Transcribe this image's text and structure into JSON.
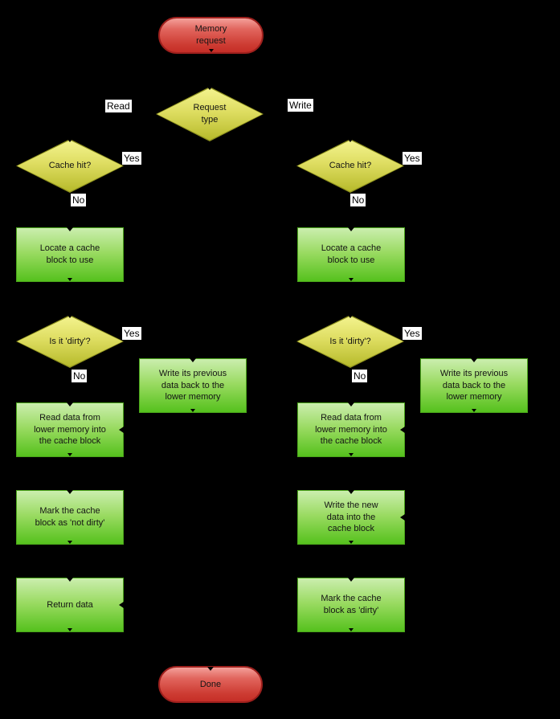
{
  "canvas": {
    "background": "#000000"
  },
  "colors": {
    "terminal_fill_top": "#f4a09a",
    "terminal_fill_bottom": "#c52e27",
    "terminal_border": "#9e201d",
    "decision_fill_top": "#f3f38e",
    "decision_fill_bottom": "#b6ba2a",
    "decision_border": "#8f921e",
    "process_fill_top": "#cbeeae",
    "process_fill_bottom": "#55c11d",
    "process_border": "#4aa51a",
    "node_text": "#141414",
    "edge_label_bg": "#ffffff",
    "edge_label_text": "#000000"
  },
  "nodes": {
    "start": "Memory\nrequest",
    "request_type": "Request\ntype",
    "cache_hit": "Cache hit?",
    "locate": "Locate a cache\nblock to use",
    "dirty": "Is it 'dirty'?",
    "writeback": "Write its previous\ndata back to the\nlower memory",
    "read_into": "Read data from\nlower memory into\nthe cache block",
    "mark_not_dirty": "Mark the cache\nblock as 'not dirty'",
    "return_data": "Return data",
    "write_new": "Write the new\ndata into the\ncache block",
    "mark_dirty": "Mark the cache\nblock as 'dirty'",
    "done": "Done"
  },
  "edge_labels": {
    "read": "Read",
    "write": "Write",
    "yes": "Yes",
    "no": "No"
  }
}
